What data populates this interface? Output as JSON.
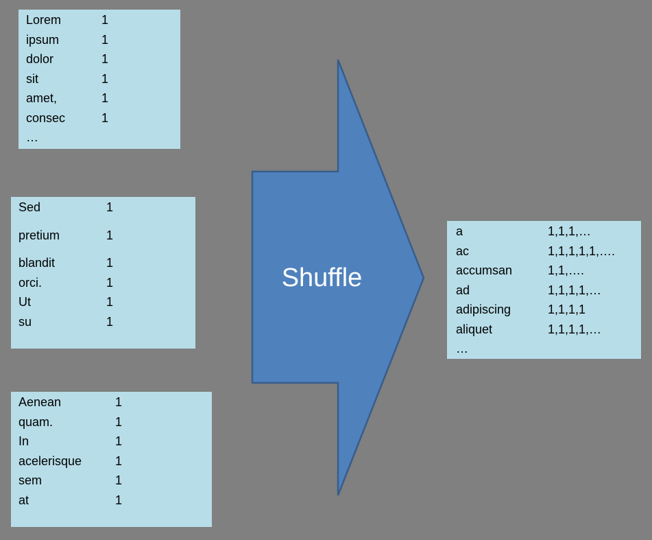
{
  "colors": {
    "background": "#808080",
    "box_fill": "#B7DDE8",
    "text_color": "#000000",
    "arrow_fill": "#4F81BD",
    "arrow_border": "#385D8A",
    "arrow_label_color": "#FFFFFF"
  },
  "arrow": {
    "label": "Shuffle"
  },
  "boxes": [
    {
      "id": "map-output-1",
      "rows": [
        {
          "word": "Lorem",
          "count": "1"
        },
        {
          "word": "ipsum",
          "count": "1"
        },
        {
          "word": "dolor",
          "count": "1"
        },
        {
          "word": "sit",
          "count": "1"
        },
        {
          "word": "amet,",
          "count": "1"
        },
        {
          "word": "consec",
          "count": "1"
        },
        {
          "word": "…",
          "count": ""
        }
      ]
    },
    {
      "id": "map-output-2",
      "rows": [
        {
          "word": "Sed",
          "count": "1"
        },
        {
          "word": "pretium",
          "count": "1"
        },
        {
          "word": "blandit",
          "count": "1"
        },
        {
          "word": "orci.",
          "count": "1"
        },
        {
          "word": "Ut",
          "count": "1"
        },
        {
          "word": "su",
          "count": "1"
        }
      ]
    },
    {
      "id": "map-output-3",
      "rows": [
        {
          "word": "Aenean",
          "count": "1"
        },
        {
          "word": "quam.",
          "count": "1"
        },
        {
          "word": "In",
          "count": "1"
        },
        {
          "word": "acelerisque",
          "count": "1"
        },
        {
          "word": "sem",
          "count": "1"
        },
        {
          "word": "at",
          "count": "1"
        }
      ]
    },
    {
      "id": "shuffle-output",
      "rows": [
        {
          "word": "a",
          "count": "1,1,1,…"
        },
        {
          "word": "ac",
          "count": "1,1,1,1,1,…."
        },
        {
          "word": "accumsan",
          "count": "1,1,…."
        },
        {
          "word": "ad",
          "count": "1,1,1,1,…"
        },
        {
          "word": "adipiscing",
          "count": "1,1,1,1"
        },
        {
          "word": "aliquet",
          "count": "1,1,1,1,…"
        },
        {
          "word": "…",
          "count": ""
        }
      ]
    }
  ]
}
